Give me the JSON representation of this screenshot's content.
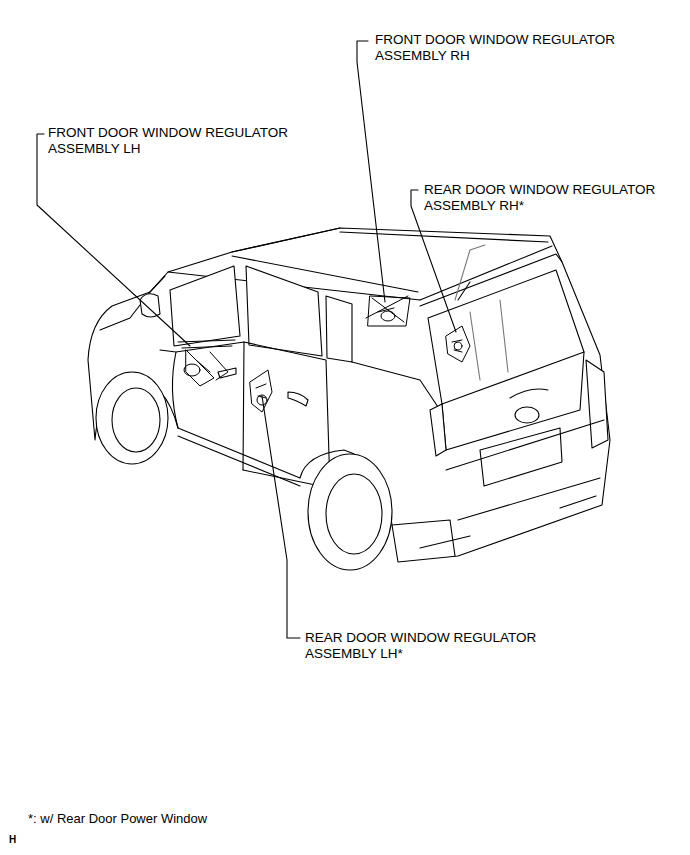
{
  "diagram": {
    "labels": [
      "FRONT DOOR WINDOW REGULATOR ASSEMBLY RH",
      "FRONT DOOR WINDOW REGULATOR ASSEMBLY LH",
      "REAR DOOR WINDOW REGULATOR ASSEMBLY RH*",
      "REAR DOOR WINDOW REGULATOR ASSEMBLY LH*",
      "*: w/ Rear Door Power Window",
      "H"
    ]
  }
}
